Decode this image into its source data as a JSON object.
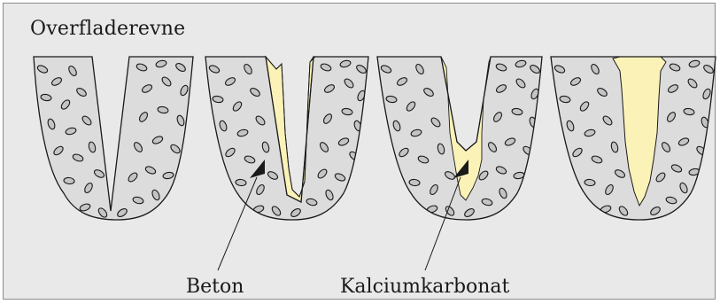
{
  "title": "Overfladerevne",
  "labels": {
    "concrete": "Beton",
    "calcite": "Kalciumkarbonat"
  },
  "colors": {
    "background": "#e9e9e9",
    "concrete": "#dcdcdc",
    "aggregate": "#c4c4c4",
    "calcite": "#fbf2b8",
    "line": "#1a1a1a"
  },
  "stages": [
    {
      "name": "open-crack",
      "calcite_fill": "none"
    },
    {
      "name": "thin-deposit",
      "calcite_fill": "partial"
    },
    {
      "name": "partial-fill",
      "calcite_fill": "partial"
    },
    {
      "name": "sealed-crack",
      "calcite_fill": "full"
    }
  ]
}
